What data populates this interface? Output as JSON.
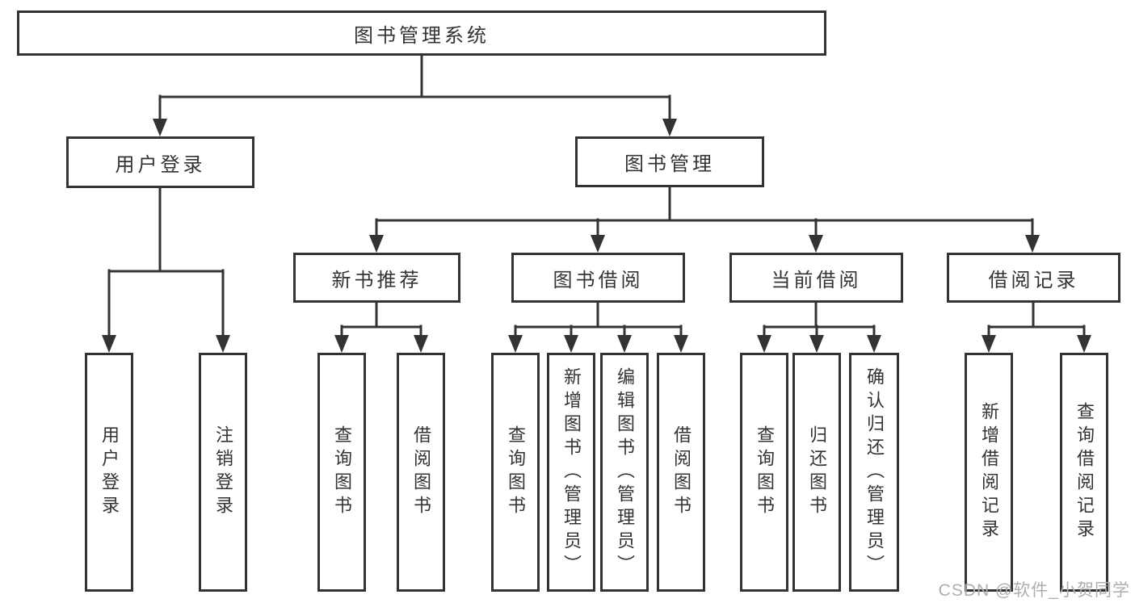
{
  "diagram": {
    "type": "hierarchy-tree",
    "tree": {
      "label": "图书管理系统",
      "children": [
        {
          "label": "用户登录",
          "children": [
            {
              "label": "用户登录"
            },
            {
              "label": "注销登录"
            }
          ]
        },
        {
          "label": "图书管理",
          "children": [
            {
              "label": "新书推荐",
              "children": [
                {
                  "label": "查询图书"
                },
                {
                  "label": "借阅图书"
                }
              ]
            },
            {
              "label": "图书借阅",
              "children": [
                {
                  "label": "查询图书"
                },
                {
                  "label": "新增图书（管理员）"
                },
                {
                  "label": "编辑图书（管理员）"
                },
                {
                  "label": "借阅图书"
                }
              ]
            },
            {
              "label": "当前借阅",
              "children": [
                {
                  "label": "查询图书"
                },
                {
                  "label": "归还图书"
                },
                {
                  "label": "确认归还（管理员）"
                }
              ]
            },
            {
              "label": "借阅记录",
              "children": [
                {
                  "label": "新增借阅记录"
                },
                {
                  "label": "查询借阅记录"
                }
              ]
            }
          ]
        }
      ]
    },
    "colors": {
      "line": "#333333",
      "text": "#333333",
      "box_background": "#ffffff",
      "watermark": "#aeaeae"
    }
  },
  "watermark": {
    "text": "CSDN @软件_小贺同学"
  }
}
